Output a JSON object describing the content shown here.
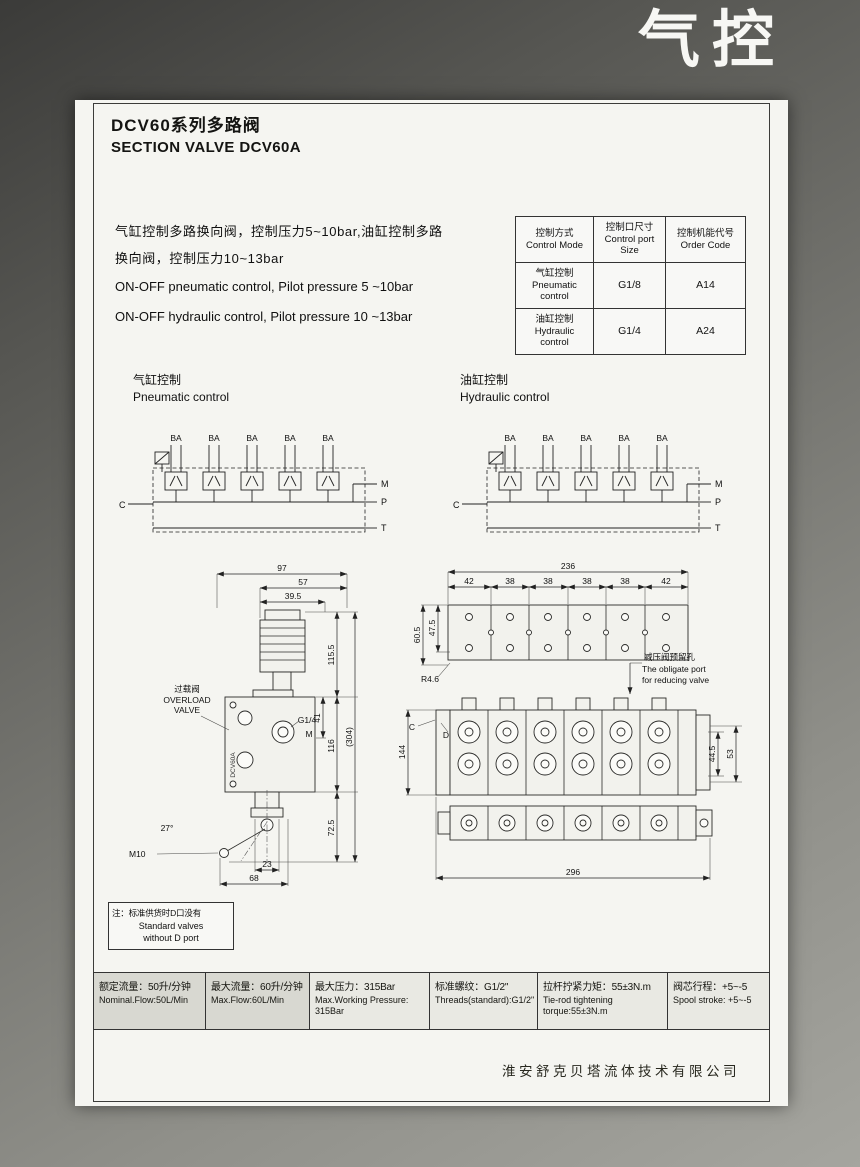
{
  "corner_title": "气控",
  "header": {
    "title_cn": "DCV60系列多路阀",
    "title_en": "SECTION VALVE DCV60A"
  },
  "description": {
    "cn1": "气缸控制多路换向阀，控制压力5~10bar,油缸控制多路",
    "cn2": "换向阀，控制压力10~13bar",
    "en1": "ON-OFF pneumatic control, Pilot pressure 5 ~10bar",
    "en2": "ON-OFF hydraulic control, Pilot pressure 10 ~13bar"
  },
  "spec_table": {
    "col1": {
      "cn": "控制方式",
      "en": "Control Mode"
    },
    "col2": {
      "cn": "控制口尺寸",
      "en1": "Control port",
      "en2": "Size"
    },
    "col3": {
      "cn": "控制机能代号",
      "en": "Order Code"
    },
    "row1": {
      "cn": "气缸控制",
      "en1": "Pneumatic",
      "en2": "control",
      "port": "G1/8",
      "code": "A14"
    },
    "row2": {
      "cn": "油缸控制",
      "en1": "Hydraulic",
      "en2": "control",
      "port": "G1/4",
      "code": "A24"
    }
  },
  "circuit_left": {
    "title_cn": "气缸控制",
    "title_en": "Pneumatic control",
    "ba": "BA",
    "c": "C",
    "m": "M",
    "p": "P",
    "t": "T"
  },
  "circuit_right": {
    "title_cn": "油缸控制",
    "title_en": "Hydraulic control",
    "ba": "BA",
    "c": "C",
    "m": "M",
    "p": "P",
    "t": "T"
  },
  "drawing_left": {
    "d97": "97",
    "d57": "57",
    "d39_5": "39.5",
    "d115_5": "115.5",
    "d41": "41",
    "d116": "116",
    "d304": "(304)",
    "d72_5": "72.5",
    "d23": "23",
    "d68": "68",
    "m10": "M10",
    "angle": "27°",
    "g14": "G1/4",
    "m": "M",
    "overload_cn": "过载阀",
    "overload_en1": "OVERLOAD",
    "overload_en2": "VALVE",
    "model": "DCV60A"
  },
  "drawing_right": {
    "d236": "236",
    "seg": [
      "42",
      "38",
      "38",
      "38",
      "38",
      "42"
    ],
    "d47_5": "47.5",
    "d60_5": "60.5",
    "r46": "R4.6",
    "d144": "144",
    "d44_5": "44.5",
    "d53": "53",
    "d296": "296",
    "c": "C",
    "d": "D",
    "callout_cn": "减压阀预留孔",
    "callout_en1": "The obligate port",
    "callout_en2": "for reducing valve"
  },
  "note": {
    "line1": "注：标准供货时D口没有",
    "line2": "Standard valves",
    "line3": "without D port"
  },
  "footer": {
    "cells": [
      {
        "cn": "额定流量：50升/分钟",
        "en1": "Nominal.Flow:50L/Min",
        "en2": ""
      },
      {
        "cn": "最大流量：60升/分钟",
        "en1": "Max.Flow:60L/Min",
        "en2": ""
      },
      {
        "cn": "最大压力：315Bar",
        "en1": "Max.Working Pressure:",
        "en2": "315Bar"
      },
      {
        "cn": "标准螺纹：G1/2\"",
        "en1": "Threads(standard):G1/2\"",
        "en2": ""
      },
      {
        "cn": "拉杆拧紧力矩：55±3N.m",
        "en1": "Tie-rod tightening",
        "en2": "torque:55±3N.m"
      },
      {
        "cn": "阀芯行程：+5~-5",
        "en1": "Spool stroke: +5~-5",
        "en2": ""
      }
    ]
  },
  "company": "淮安舒克贝塔流体技术有限公司"
}
